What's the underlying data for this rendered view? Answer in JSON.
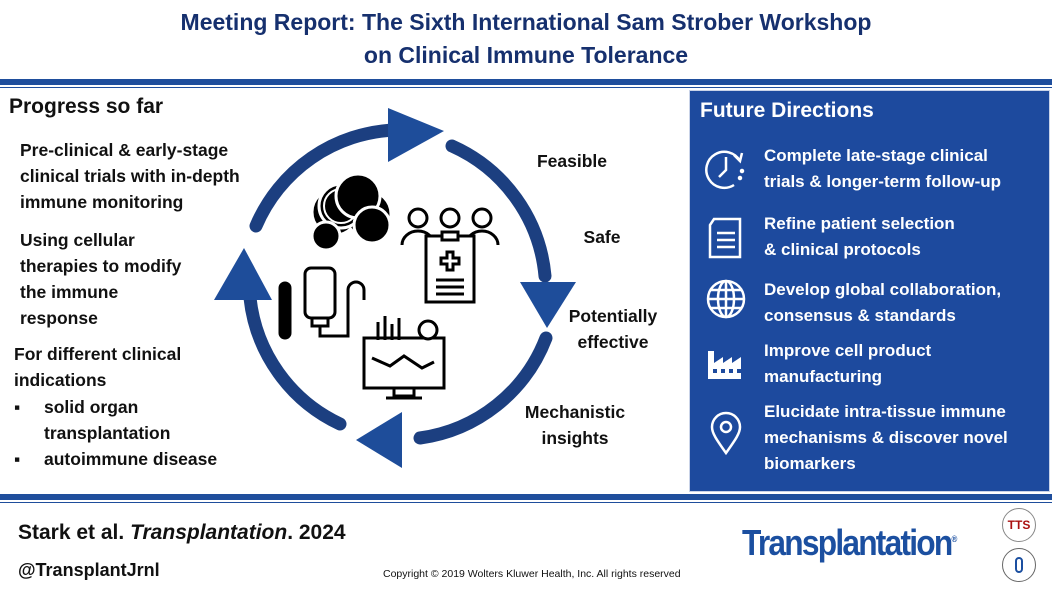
{
  "title": {
    "line1": "Meeting Report: The Sixth International Sam Strober Workshop",
    "line2": "on Clinical Immune Tolerance"
  },
  "progress": {
    "heading": "Progress so far",
    "item1": [
      "Pre-clinical & early-stage",
      "clinical trials with in-depth",
      "immune monitoring"
    ],
    "item2": [
      "Using cellular",
      "therapies to modify",
      "the immune",
      "response"
    ],
    "item3": [
      "For different clinical",
      "indications"
    ],
    "bullets": [
      [
        "solid organ",
        "transplantation"
      ],
      [
        "autoimmune disease"
      ]
    ],
    "bullet_char": "▪"
  },
  "cycle_labels": {
    "feasible": "Feasible",
    "safe": "Safe",
    "effective": [
      "Potentially",
      "effective"
    ],
    "mechanistic": [
      "Mechanistic",
      "insights"
    ]
  },
  "future": {
    "heading": "Future Directions",
    "items": [
      {
        "icon": "clock-icon",
        "lines": [
          "Complete late-stage clinical",
          "trials & longer-term follow-up"
        ]
      },
      {
        "icon": "document-icon",
        "lines": [
          "Refine patient selection",
          "& clinical protocols"
        ]
      },
      {
        "icon": "globe-icon",
        "lines": [
          "Develop global collaboration,",
          "consensus & standards"
        ]
      },
      {
        "icon": "factory-icon",
        "lines": [
          "Improve cell product",
          "manufacturing"
        ]
      },
      {
        "icon": "location-pin-icon",
        "lines": [
          "Elucidate intra-tissue immune",
          "mechanisms & discover novel",
          "biomarkers"
        ]
      }
    ]
  },
  "footer": {
    "citation_authors": "Stark et al. ",
    "citation_journal": "Transplantation",
    "citation_year": ". 2024",
    "handle": "@TransplantJrnl",
    "copyright": "Copyright © 2019  Wolters Kluwer Health, Inc. All rights reserved",
    "logo": "Transplantation",
    "logo_mark": "®",
    "seal_text": "TTS"
  },
  "colors": {
    "navy": "#16306e",
    "blue": "#1f4e9c",
    "panel": "#1d4a9e",
    "arrow": "#1c3f80"
  }
}
